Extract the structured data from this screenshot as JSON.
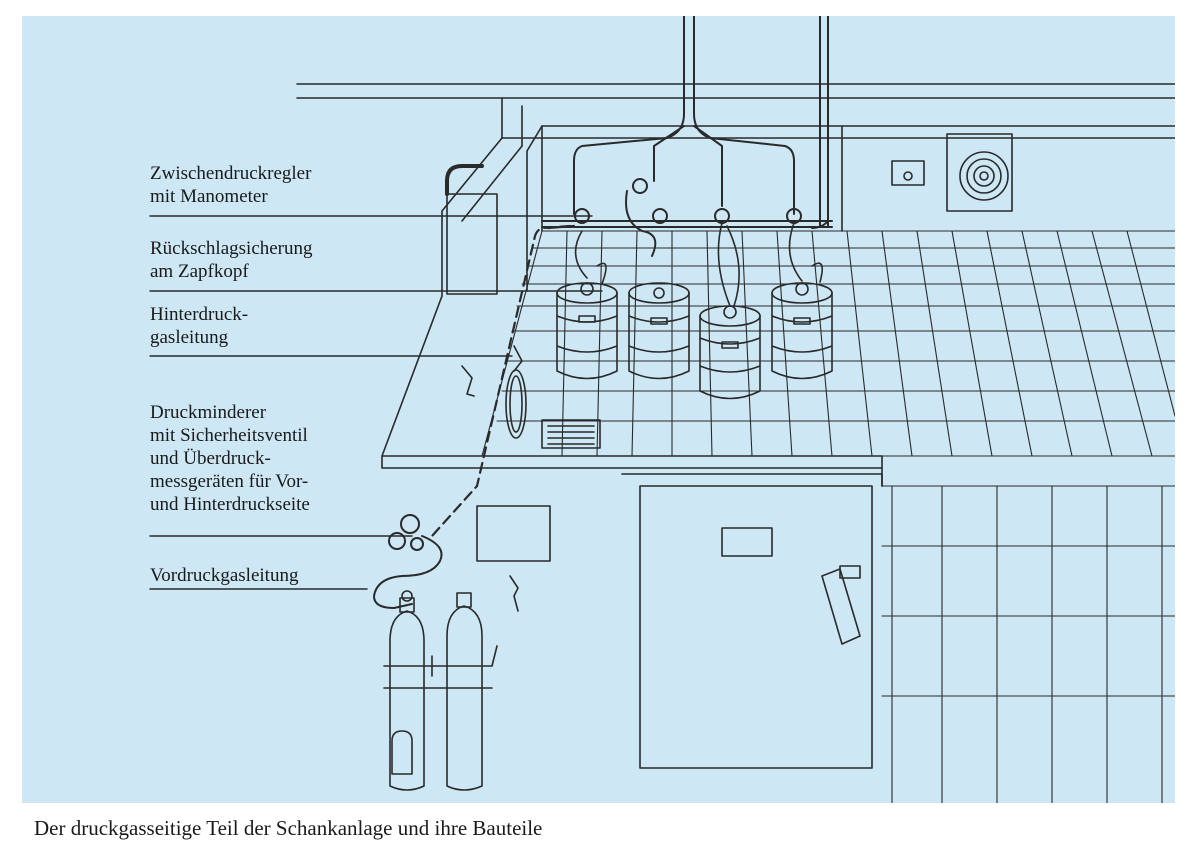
{
  "labels": {
    "zwischendruckregler": [
      "Zwischendruckregler",
      "mit Manometer"
    ],
    "rueckschlag": [
      "Rückschlagsicherung",
      "am Zapfkopf"
    ],
    "hinterdruck": [
      "Hinterdruck-",
      "gasleitung"
    ],
    "druckminderer": [
      "Druckminderer",
      "mit Sicherheitsventil",
      "und Überdruck-",
      "messgeräten für Vor-",
      "und Hinterdruckseite"
    ],
    "vordruck": [
      "Vordruckgasleitung"
    ]
  },
  "caption": "Der druckgasseitige Teil der Schankanlage und ihre Bauteile",
  "colors": {
    "background": "#cde7f5",
    "line": "#2a2a2a"
  }
}
